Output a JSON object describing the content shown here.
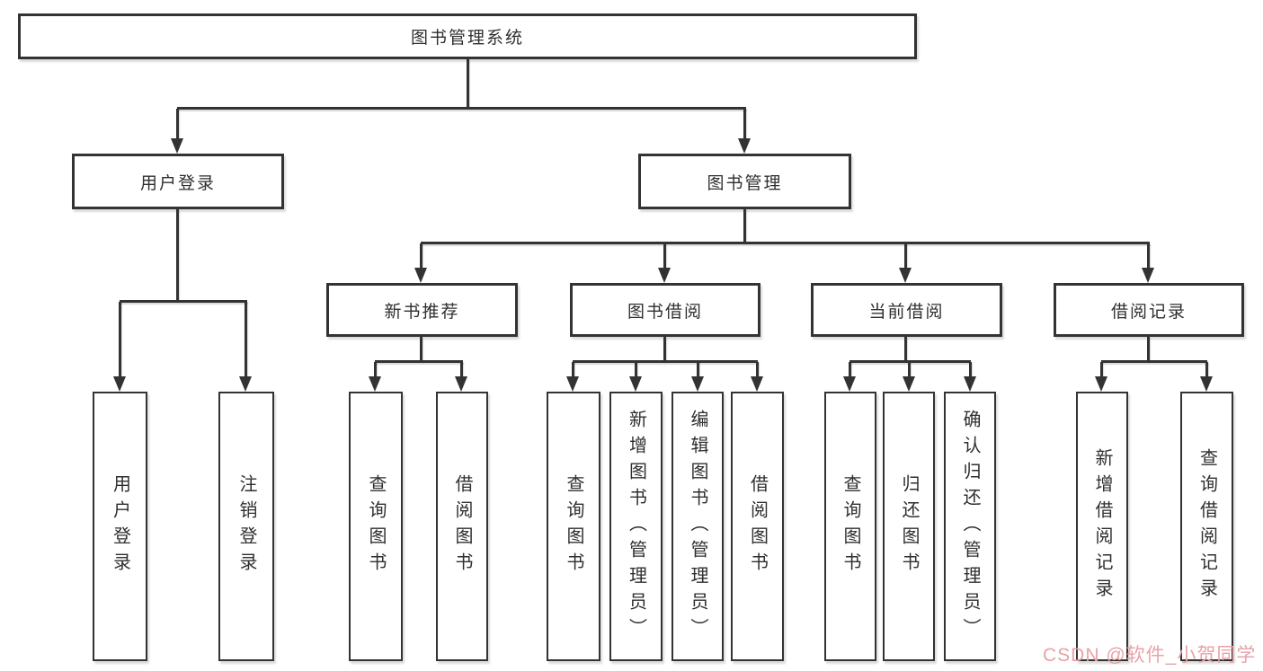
{
  "nodes": {
    "root": "图书管理系统",
    "user_login": "用户登录",
    "book_mgmt": "图书管理",
    "new_books": "新书推荐",
    "book_borrow": "图书借阅",
    "current_borrow": "当前借阅",
    "borrow_records": "借阅记录",
    "leaf_user_login": "用户登录",
    "leaf_logout": "注销登录",
    "leaf_nb_query": "查询图书",
    "leaf_nb_borrow": "借阅图书",
    "leaf_bb_query": "查询图书",
    "leaf_bb_add": "新增图书（管理员）",
    "leaf_bb_edit": "编辑图书（管理员）",
    "leaf_bb_borrow": "借阅图书",
    "leaf_cb_query": "查询图书",
    "leaf_cb_return": "归还图书",
    "leaf_cb_confirm": "确认归还（管理员）",
    "leaf_br_add": "新增借阅记录",
    "leaf_br_query": "查询借阅记录"
  },
  "watermark": {
    "text": "CSDN @软件_小贺同学",
    "color": "#e8a2a6"
  },
  "colors": {
    "line": "#333333",
    "box_border": "#333333",
    "text": "#2f2f2f",
    "background": "#ffffff"
  }
}
